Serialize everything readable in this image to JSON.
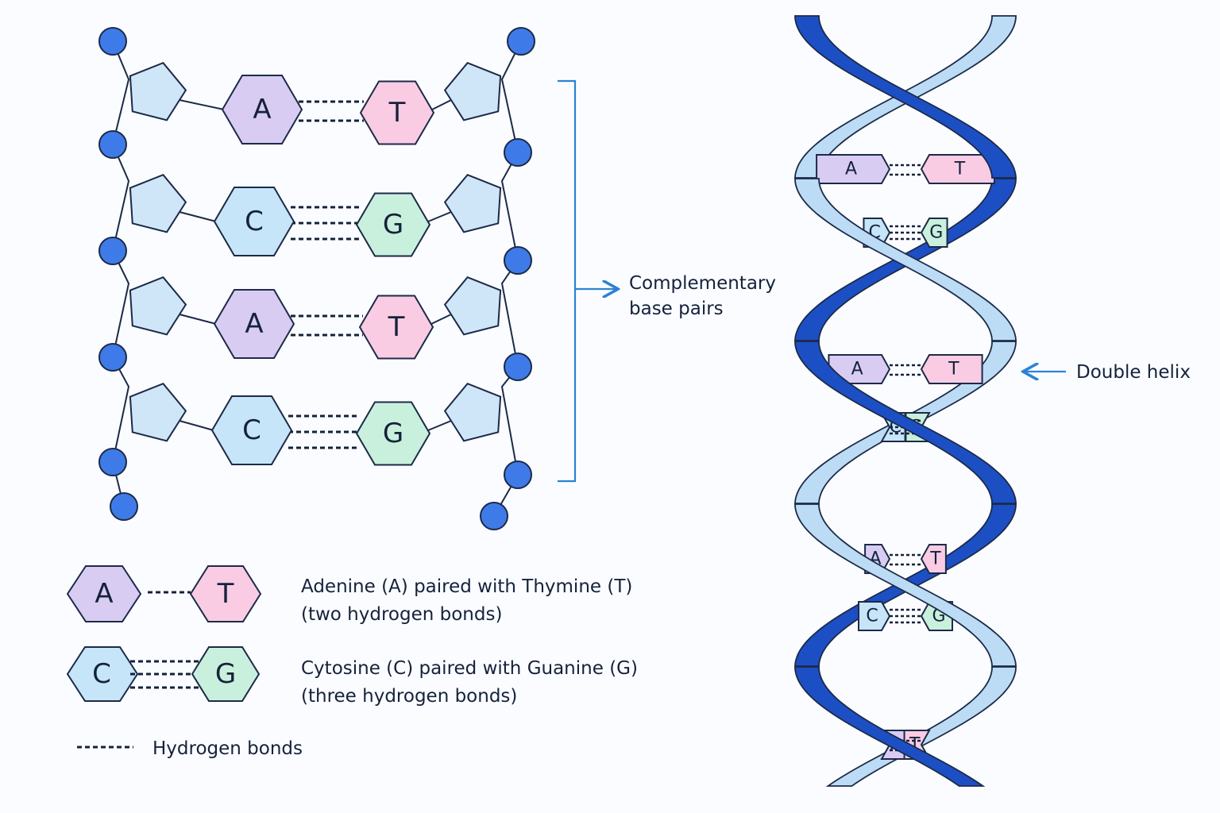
{
  "colors": {
    "adenine": "#d9ccf3",
    "thymine": "#f9cce4",
    "cytosine": "#c6e5f8",
    "guanine": "#c9f0dc",
    "sugar": "#cfe6f8",
    "phosphate": "#3f7be8",
    "strand_dark": "#1d4fc4",
    "strand_light": "#bcdcf5",
    "arrow": "#2b82d6"
  },
  "ladder": {
    "pairs": [
      {
        "left": "A",
        "right": "T",
        "bonds": 2
      },
      {
        "left": "C",
        "right": "G",
        "bonds": 3
      },
      {
        "left": "A",
        "right": "T",
        "bonds": 2
      },
      {
        "left": "C",
        "right": "G",
        "bonds": 3
      }
    ]
  },
  "annotations": {
    "complementary_line1": "Complementary",
    "complementary_line2": "base pairs",
    "double_helix": "Double helix"
  },
  "helix": {
    "pairs": [
      {
        "left": "A",
        "right": "T"
      },
      {
        "left": "C",
        "right": "G"
      },
      {
        "left": "A",
        "right": "T"
      },
      {
        "left": "C",
        "right": "G"
      },
      {
        "left": "A",
        "right": "T"
      },
      {
        "left": "C",
        "right": "G"
      },
      {
        "left": "A",
        "right": "T"
      }
    ]
  },
  "legend": {
    "at": {
      "left": "A",
      "right": "T",
      "line1": "Adenine (A) paired with Thymine (T)",
      "line2": "(two hydrogen bonds)"
    },
    "cg": {
      "left": "C",
      "right": "G",
      "line1": "Cytosine (C) paired with Guanine (G)",
      "line2": "(three hydrogen bonds)"
    },
    "hbond_label": "Hydrogen bonds"
  }
}
